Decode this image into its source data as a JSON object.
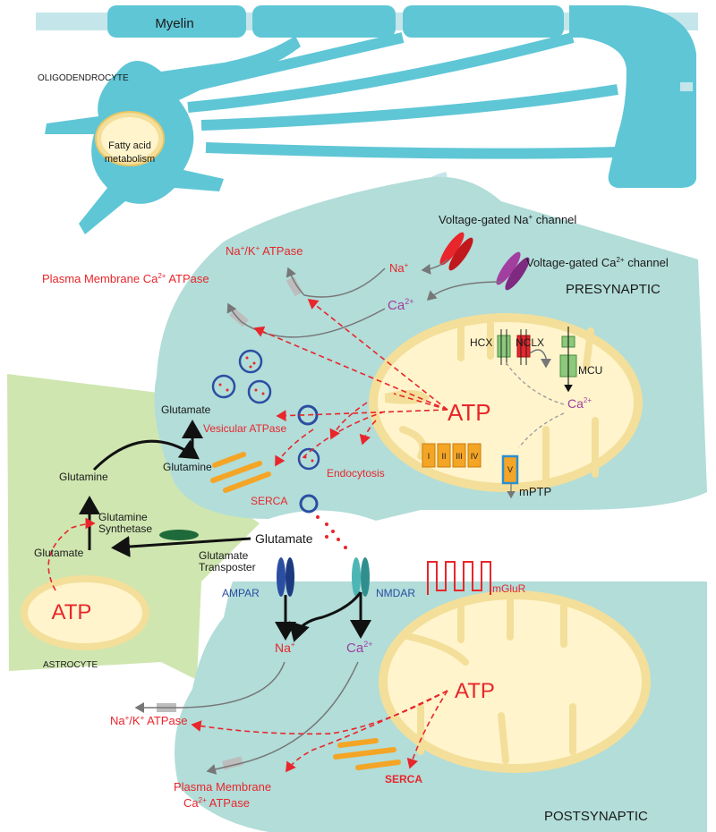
{
  "labels": {
    "myelin": "Myelin",
    "oligodendrocyte": "OLIGODENDROCYTE",
    "fatty_acid_1": "Fatty acid",
    "fatty_acid_2": "metabolism",
    "vg_na_channel": "Voltage-gated Na",
    "vg_na_channel_sup": "+",
    "vg_na_channel_end": " channel",
    "vg_ca_channel": "Voltage-gated Ca",
    "vg_ca_channel_sup": "2+",
    "vg_ca_channel_end": " channel",
    "nak_atpase_top": "Na",
    "nak_atpase_top_sup1": "+",
    "nak_atpase_top_mid": "/K",
    "nak_atpase_top_sup2": "+",
    "nak_atpase_top_end": " ATPase",
    "pmca_top": "Plasma Membrane Ca",
    "pmca_top_sup": "2+",
    "pmca_top_end": " ATPase",
    "presynaptic": "PRESYNAPTIC",
    "na_pre": "Na",
    "na_pre_sup": "+",
    "ca_pre": "Ca",
    "ca_pre_sup": "2+",
    "hcx": "HCX",
    "nclx": "NCLX",
    "mcu": "MCU",
    "ca_mito": "Ca",
    "ca_mito_sup": "2+",
    "atp_pre": "ATP",
    "complex_1": "I",
    "complex_2": "II",
    "complex_3": "III",
    "complex_4": "IV",
    "complex_5": "V",
    "mptp": "mPTP",
    "glutamate_vesicle": "Glutamate",
    "vesicular_atpase": "Vesicular ATPase",
    "glutamine_pre": "Glutamine",
    "endocytosis": "Endocytosis",
    "serca_pre": "SERCA",
    "glutamine_astro": "Glutamine",
    "glutamine_synthetase_1": "Glutamine",
    "glutamine_synthetase_2": "Synthetase",
    "glutamate_astro": "Glutamate",
    "glutamate_cleft": "Glutamate",
    "glutamate_transporter_1": "Glutamate",
    "glutamate_transporter_2": "Transposter",
    "atp_astro": "ATP",
    "astrocyte": "ASTROCYTE",
    "ampar": "AMPAR",
    "nmdar": "NMDAR",
    "mglur": "mGluR",
    "na_post": "Na",
    "na_post_sup": "+",
    "ca_post": "Ca",
    "ca_post_sup": "2+",
    "atp_post": "ATP",
    "nak_atpase_bottom": "Na",
    "nak_atpase_bottom_sup1": "+",
    "nak_atpase_bottom_mid": "/K",
    "nak_atpase_bottom_sup2": "+",
    "nak_atpase_bottom_end": " ATPase",
    "pmca_bottom_1": "Plasma Membrane",
    "pmca_bottom_2": "Ca",
    "pmca_bottom_2_sup": "2+",
    "pmca_bottom_2_end": " ATPase",
    "serca_post": "SERCA",
    "postsynaptic": "POSTSYNAPTIC"
  },
  "colors": {
    "membrane_teal": "#b2ddd9",
    "myelin_blue": "#5fc6d6",
    "mito_outer": "#f3df9a",
    "mito_inner": "#fff4cc",
    "astrocyte_green": "#cfe6b0",
    "label_red": "#e8262b",
    "label_blue": "#2b4ea2",
    "label_purple": "#a13ea0",
    "er_orange": "#f4a526"
  }
}
